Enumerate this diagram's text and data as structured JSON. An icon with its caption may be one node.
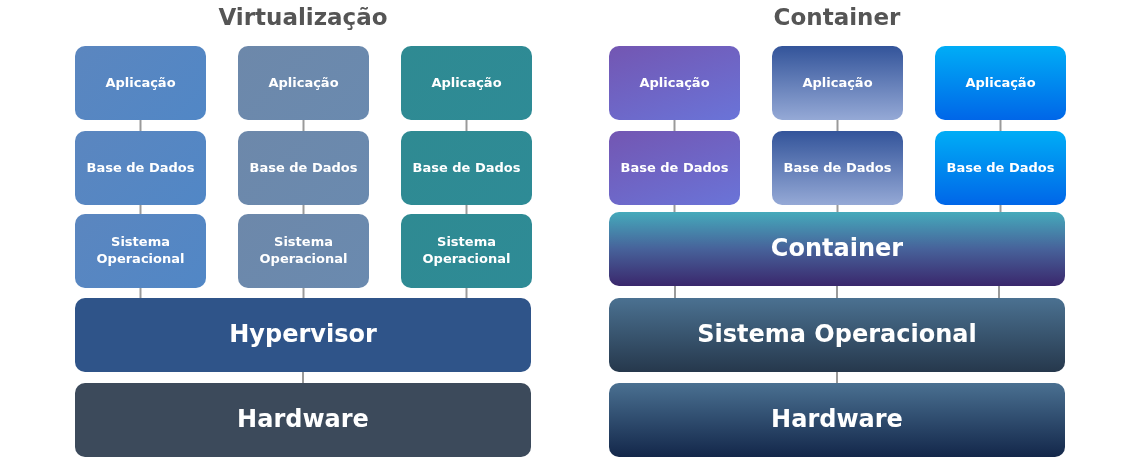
{
  "diagram": {
    "nodes": [
      {
        "text": [
          "Aplicação"
        ]
      },
      {
        "text": [
          "Aplicação"
        ]
      },
      {
        "text": [
          "Aplicação"
        ]
      },
      {
        "text": [
          "Base de Dados"
        ]
      },
      {
        "text": [
          "Base de Dados"
        ]
      },
      {
        "text": [
          "Base de Dados"
        ]
      },
      {
        "text": [
          "Sistema Operacional"
        ]
      },
      {
        "text": [
          "Sistema Operacional"
        ]
      },
      {
        "text": [
          "Sistema Operacional"
        ]
      },
      {
        "text": [
          "Hypervisor"
        ]
      },
      {
        "text": [
          "Hardware"
        ]
      },
      {
        "text": [
          "Aplicação"
        ]
      },
      {
        "text": [
          "Aplicação"
        ]
      },
      {
        "text": [
          "Aplicação"
        ]
      },
      {
        "text": [
          "Base de Dados"
        ]
      },
      {
        "text": [
          "Base de Dados"
        ]
      },
      {
        "text": [
          "Base de Dados"
        ]
      },
      {
        "text": [
          "Container"
        ]
      },
      {
        "text": [
          "Sistema Operacional"
        ]
      },
      {
        "text": [
          "Hardware"
        ]
      }
    ],
    "edges": [
      {
        "from": 0,
        "to": 3,
        "arrow": "none"
      },
      {
        "from": 1,
        "to": 4,
        "arrow": "none"
      },
      {
        "from": 2,
        "to": 5,
        "arrow": "none"
      },
      {
        "from": 3,
        "to": 6,
        "arrow": "none"
      },
      {
        "from": 4,
        "to": 7,
        "arrow": "none"
      },
      {
        "from": 5,
        "to": 8,
        "arrow": "none"
      },
      {
        "from": 6,
        "to": 9,
        "arrow": "none"
      },
      {
        "from": 7,
        "to": 9,
        "arrow": "none"
      },
      {
        "from": 8,
        "to": 9,
        "arrow": "none"
      },
      {
        "from": 9,
        "to": 10,
        "arrow": "none"
      },
      {
        "from": 11,
        "to": 14,
        "arrow": "none"
      },
      {
        "from": 12,
        "to": 15,
        "arrow": "none"
      },
      {
        "from": 13,
        "to": 16,
        "arrow": "none"
      },
      {
        "from": 14,
        "to": 17,
        "arrow": "none"
      },
      {
        "from": 15,
        "to": 17,
        "arrow": "none"
      },
      {
        "from": 16,
        "to": 17,
        "arrow": "none"
      },
      {
        "from": 17,
        "to": 18,
        "arrow": "none"
      },
      {
        "from": 17,
        "to": 18,
        "arrow": "none"
      },
      {
        "from": 17,
        "to": 18,
        "arrow": "none"
      },
      {
        "from": 18,
        "to": 19,
        "arrow": "none"
      }
    ],
    "labels": [
      "Virtualização",
      "Container"
    ]
  }
}
